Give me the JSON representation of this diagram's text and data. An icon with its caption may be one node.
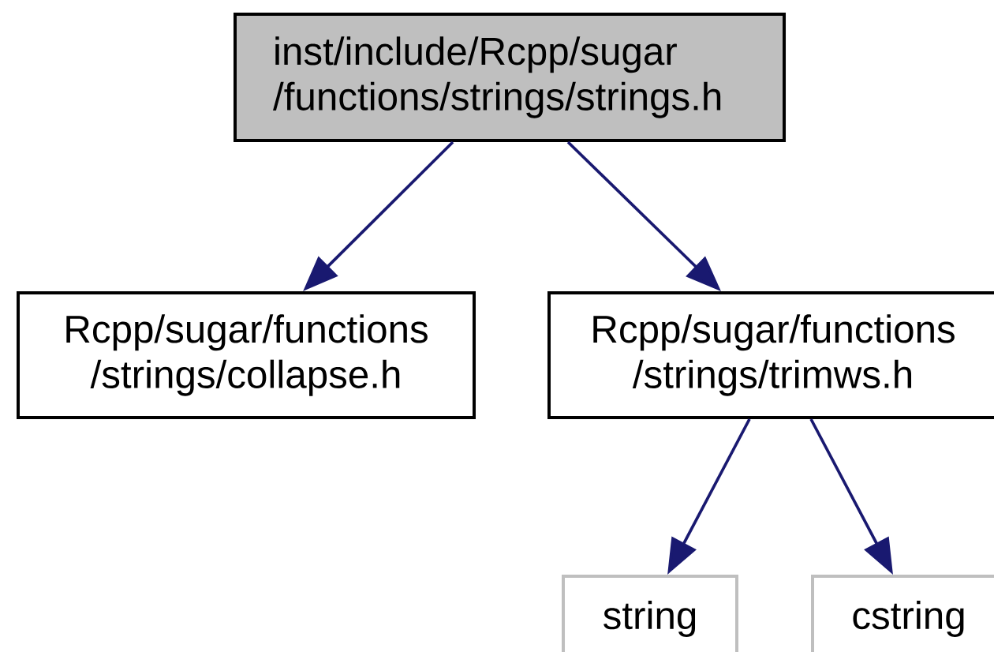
{
  "diagram": {
    "nodes": [
      {
        "text": [
          "inst/include/Rcpp/sugar /functions/strings/strings.h"
        ]
      },
      {
        "text": [
          "Rcpp/sugar/functions /strings/collapse.h"
        ]
      },
      {
        "text": [
          "Rcpp/sugar/functions /strings/trimws.h"
        ]
      },
      {
        "text": [
          "string"
        ]
      },
      {
        "text": [
          "cstring"
        ]
      }
    ],
    "edges": [
      {
        "from": 0,
        "to": 1,
        "arrow": "to"
      },
      {
        "from": 0,
        "to": 2,
        "arrow": "to"
      },
      {
        "from": 2,
        "to": 3,
        "arrow": "to"
      },
      {
        "from": 2,
        "to": 4,
        "arrow": "to"
      }
    ]
  }
}
